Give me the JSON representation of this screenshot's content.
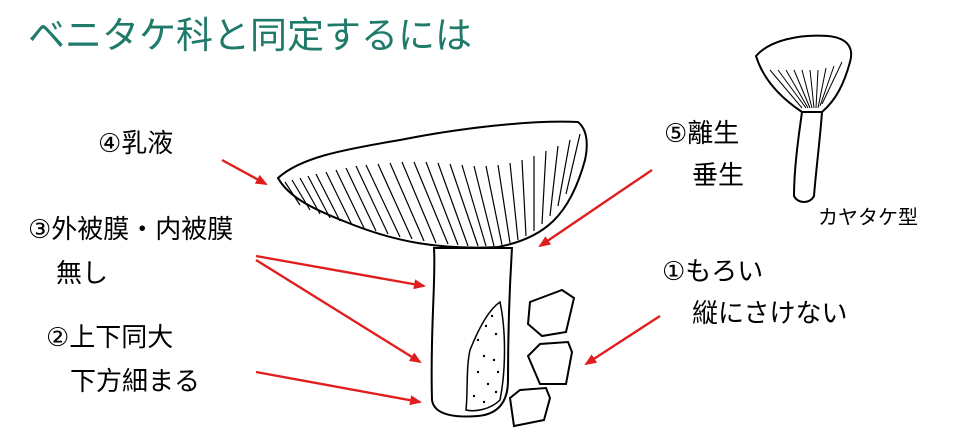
{
  "title": "ベニタケ科と同定するには",
  "colors": {
    "title": "#1f7a6a",
    "arrow": "#e01e1e",
    "ink": "#000000"
  },
  "labels": {
    "latex": "④乳液",
    "veil_line1": "③外被膜・内被膜",
    "veil_line2": "無し",
    "stem_line1": "②上下同大",
    "stem_line2": "下方細まる",
    "gill_line1": "⑤離生",
    "gill_line2": "垂生",
    "flesh_line1": "①もろい",
    "flesh_line2": "縦にさけない",
    "inset_caption": "カヤタケ型"
  },
  "illustrations": [
    "russula-mushroom-drawing",
    "funnel-mushroom-drawing",
    "broken-flesh-pieces"
  ]
}
